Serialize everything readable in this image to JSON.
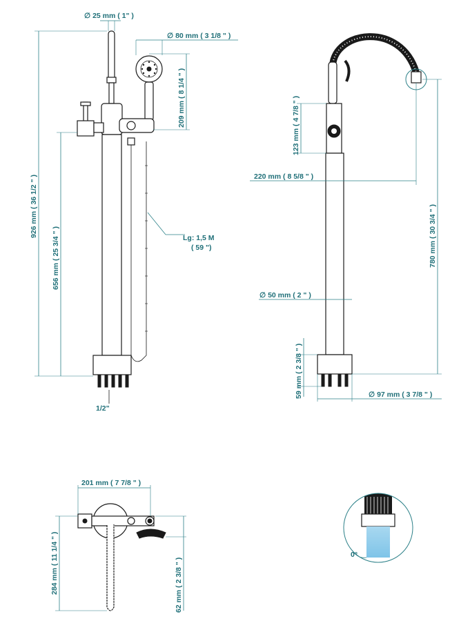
{
  "colors": {
    "dimension": "#1f6f78",
    "outline": "#1a1a1a",
    "water": "#a8d8f0"
  },
  "front": {
    "handshower_diameter": "∅ 25 mm ( 1\" )",
    "head_diameter": "∅ 80 mm ( 3 1/8 \" )",
    "height_209": "209 mm ( 8 1/4 \" )",
    "total_height": "926 mm ( 36 1/2 \" )",
    "height_656": "656 mm ( 25 3/4 \" )",
    "hose_length_1": "Lg: 1,5 M",
    "hose_length_2": "( 59 \")",
    "connection": "1/2\""
  },
  "side": {
    "height_123": "123 mm ( 4 7/8 \" )",
    "reach_220": "220 mm ( 8 5/8 \" )",
    "height_780": "780 mm ( 30 3/4 \" )",
    "tube_diameter": "∅ 50 mm ( 2 \" )",
    "base_height": "59 mm ( 2 3/8 \" )",
    "base_diameter": "∅ 97 mm ( 3 7/8 \" )"
  },
  "top": {
    "width_201": "201 mm ( 7 7/8 \" )",
    "depth_284": "284 mm ( 11 1/4 \" )",
    "depth_62": "62 mm ( 2 3/8 \" )"
  },
  "detail": {
    "angle": "0°"
  }
}
